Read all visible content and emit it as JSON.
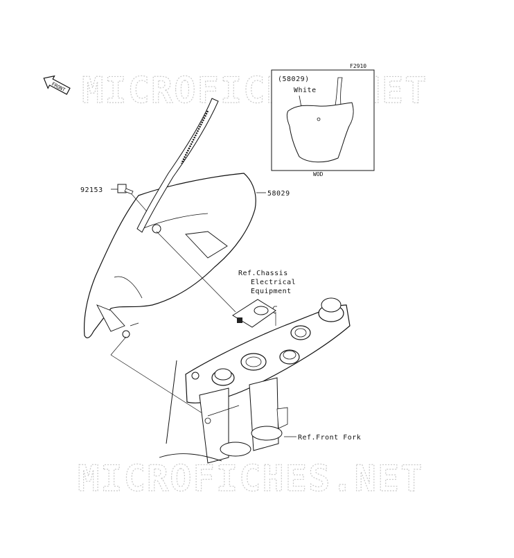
{
  "watermark": {
    "top": "MICROFICHES.NET",
    "bottom": "MICROFICHES.NET"
  },
  "front_arrow": "FRONT",
  "figure_code": "F2910",
  "inset": {
    "part_ref": "(58029)",
    "color": "White",
    "variant": "WOD"
  },
  "labels": {
    "bolt": "92153",
    "plate": "58029",
    "chassis_line1": "Ref.Chassis",
    "chassis_line2": "Electrical",
    "chassis_line3": "Equipment",
    "front_fork": "Ref.Front Fork"
  }
}
